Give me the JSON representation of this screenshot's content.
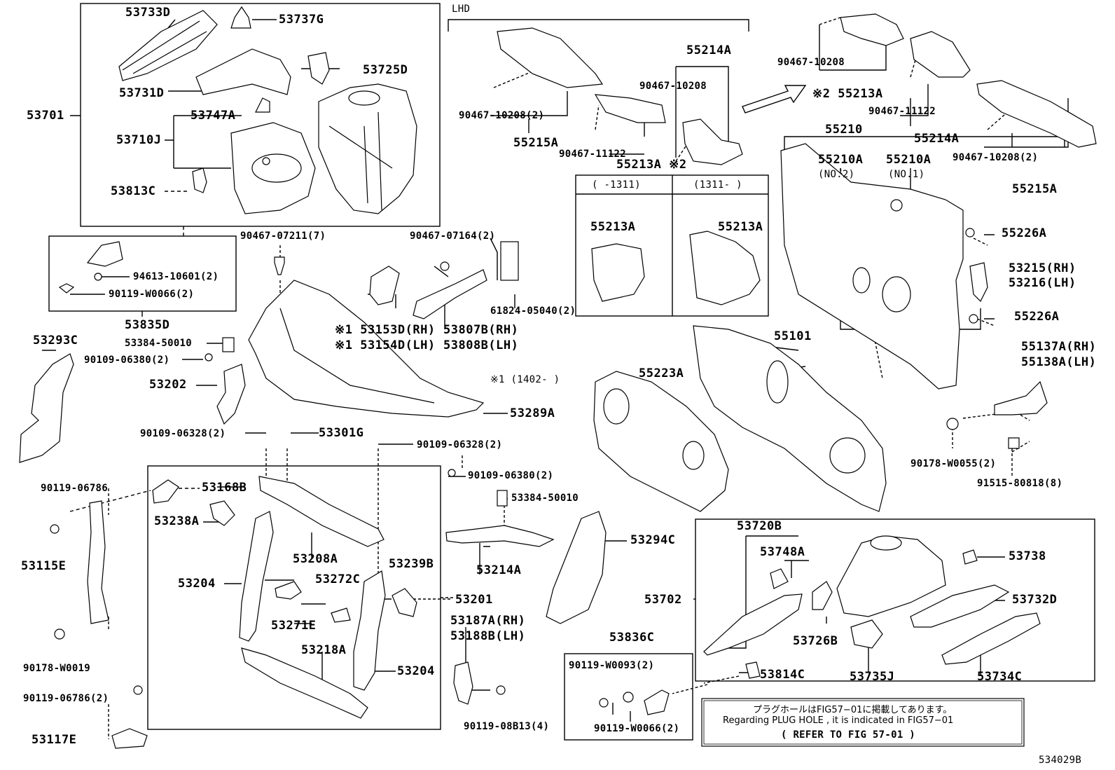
{
  "diagram_id": "534029B",
  "lhd_label": "LHD",
  "labels": {
    "p53733D": "53733D",
    "p53737G": "53737G",
    "p53725D": "53725D",
    "p53731D": "53731D",
    "p53701": "53701",
    "p53747A": "53747A",
    "p53710J": "53710J",
    "p53813C": "53813C",
    "p94613": "94613-10601(2)",
    "p90119_w0066_a": "90119-W0066(2)",
    "p53835D": "53835D",
    "p53293C": "53293C",
    "p53384_a": "53384-50010",
    "p90109_06380_a": "90109-06380(2)",
    "p53202": "53202",
    "p90109_06328_a": "90109-06328(2)",
    "p53301G": "53301G",
    "p90109_06328_b": "90109-06328(2)",
    "p90467_07211": "90467-07211(7)",
    "p90467_07164": "90467-07164(2)",
    "p53153D": "※1 53153D(RH)",
    "p53154D": "※1 53154D(LH)",
    "p53807B": "53807B(RH)",
    "p53808B": "53808B(LH)",
    "p61824": "61824-05040(2)",
    "p53289A": "53289A",
    "note1": "※1 (1402-    )",
    "p90467_10208_a": "90467-10208(2)",
    "p55215A_a": "55215A",
    "p90467_11122_a": "90467-11122",
    "p55213A_a": "55213A ※2",
    "p55214A_a": "55214A",
    "p90467_10208_b": "90467-10208",
    "box_left_hdr": "(  -1311)",
    "box_right_hdr": "(1311-  )",
    "box_left_part": "55213A",
    "box_right_part": "55213A",
    "p90467_10208_c": "90467-10208",
    "p55213A_b": "※2 55213A",
    "p90467_11122_b": "90467-11122",
    "p55214A_b": "55214A",
    "p90467_10208_d": "90467-10208(2)",
    "p55215A_b": "55215A",
    "p55210": "55210",
    "p55210A_2": "55210A",
    "p55210A_2n": "(NO.2)",
    "p55210A_1": "55210A",
    "p55210A_1n": "(NO.1)",
    "p55226A_a": "55226A",
    "p53215": "53215(RH)",
    "p53216": "53216(LH)",
    "p55226A_b": "55226A",
    "p55137A": "55137A(RH)",
    "p55138A": "55138A(LH)",
    "p55101": "55101",
    "p55223A": "55223A",
    "p90178_w0055": "90178-W0055(2)",
    "p91515": "91515-80818(8)",
    "p90119_06786_a": "90119-06786",
    "p53168B": "53168B",
    "p53238A": "53238A",
    "p90109_06380_b": "90109-06380(2)",
    "p53384_b": "53384-50010",
    "p53115E": "53115E",
    "p53208A": "53208A",
    "p53239B": "53239B",
    "p53214A": "53214A",
    "p53294C": "53294C",
    "p53204_a": "53204",
    "p53272C": "53272C",
    "p53201": "53201",
    "p53271E": "53271E",
    "p90178_w0019": "90178-W0019",
    "p53218A": "53218A",
    "p53204_b": "53204",
    "p53187A": "53187A(RH)",
    "p53188B": "53188B(LH)",
    "p90119_06786_b": "90119-06786(2)",
    "p53117E": "53117E",
    "p90119_08B13": "90119-08B13(4)",
    "p53836C": "53836C",
    "p90119_w0093": "90119-W0093(2)",
    "p90119_w0066_b": "90119-W0066(2)",
    "p53720B": "53720B",
    "p53748A": "53748A",
    "p53738": "53738",
    "p53702": "53702",
    "p53732D": "53732D",
    "p53726B": "53726B",
    "p53735J": "53735J",
    "p53734C": "53734C",
    "p53814C": "53814C"
  },
  "plug_note": {
    "japanese": "プラグホールはFIG57−01に掲載してあります。",
    "english": "Regarding PLUG HOLE , it is indicated in FIG57−01",
    "refer": "( REFER TO FIG 57-01 )"
  }
}
